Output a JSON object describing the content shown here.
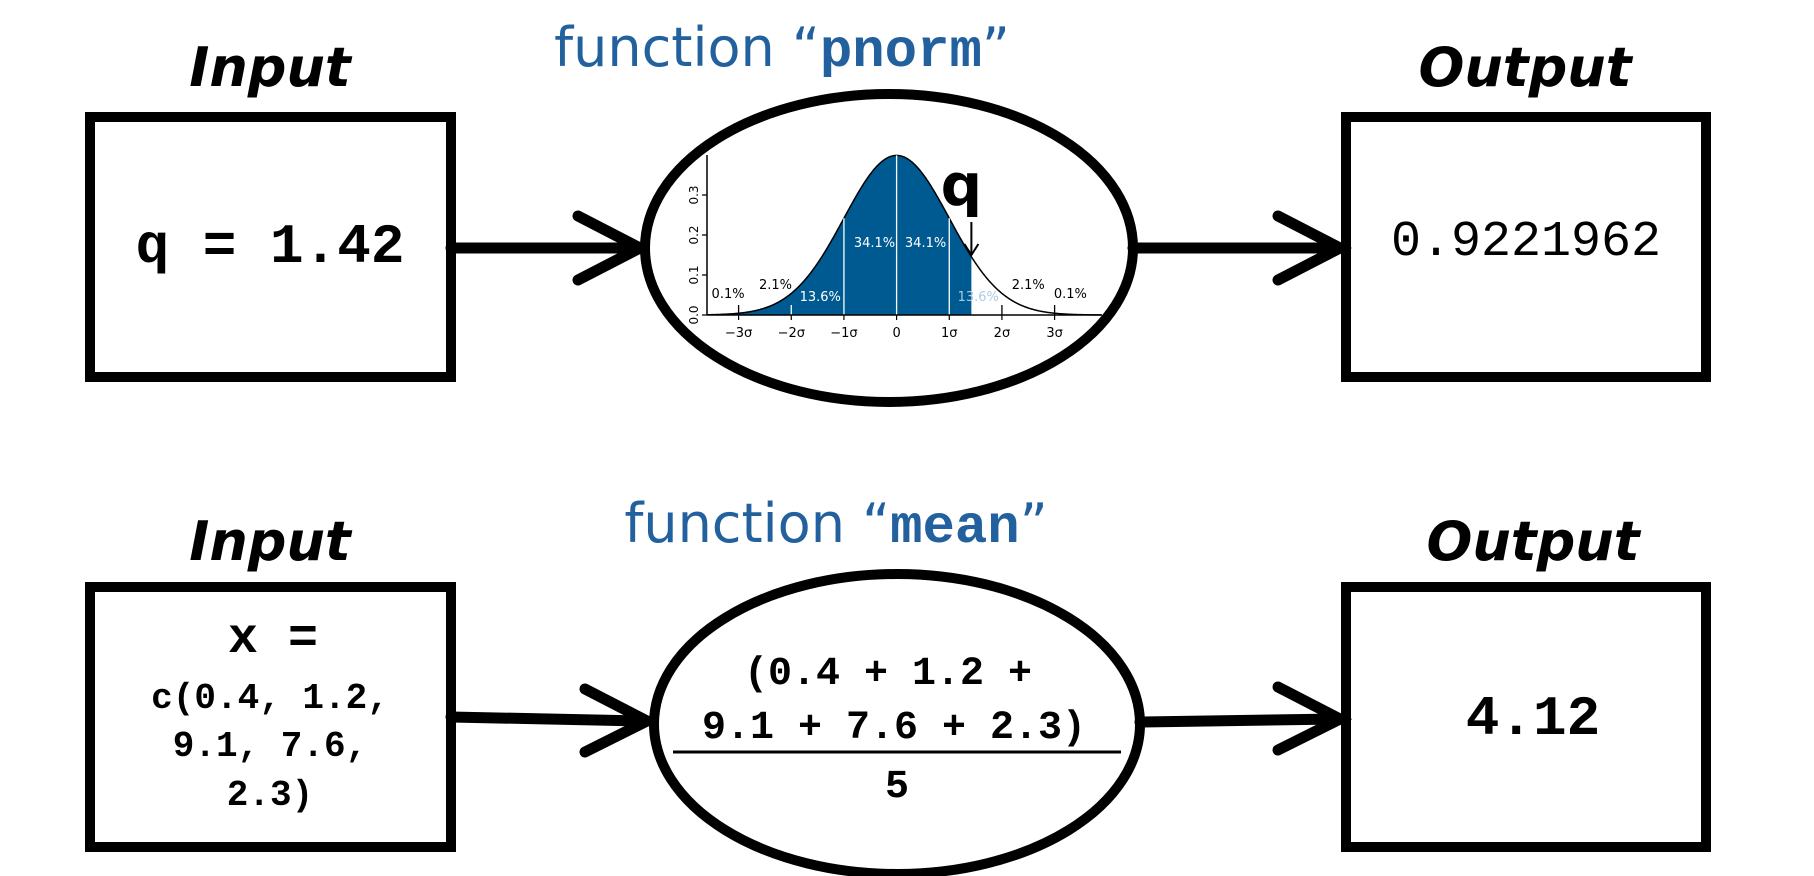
{
  "colors": {
    "ink": "#000000",
    "accent": "#23619e",
    "fill": "#005a92",
    "light_text": "#a9cbe6"
  },
  "rows": [
    {
      "input_heading": "Input",
      "input_lines": [
        "q = 1.42"
      ],
      "function_prefix": "function “",
      "function_name": "pnorm",
      "function_suffix": "”",
      "output_heading": "Output",
      "output_value": "0.9221962"
    },
    {
      "input_heading": "Input",
      "input_lines": [
        "x =",
        "c(0.4, 1.2,",
        "9.1, 7.6,",
        "2.3)"
      ],
      "function_prefix": "function “",
      "function_name": "mean",
      "function_suffix": "”",
      "formula": {
        "numerator_line1": "(0.4 + 1.2 +",
        "numerator_line2": "9.1 + 7.6 + 2.3)",
        "denominator": "5"
      },
      "output_heading": "Output",
      "output_value": "4.12"
    }
  ],
  "chart_data": {
    "type": "area",
    "x_tick_labels": [
      "−3σ",
      "−2σ",
      "−1σ",
      "0",
      "1σ",
      "2σ",
      "3σ"
    ],
    "y_tick_labels": [
      "0.0",
      "0.1",
      "0.2",
      "0.3"
    ],
    "xlim": [
      -3.6,
      3.9
    ],
    "ylim": [
      0,
      0.4
    ],
    "region_labels": [
      {
        "x": -3.2,
        "y": 0.042,
        "text": "0.1%"
      },
      {
        "x": -2.3,
        "y": 0.065,
        "text": "2.1%"
      },
      {
        "x": -1.45,
        "y": 0.035,
        "text": "13.6%"
      },
      {
        "x": -0.42,
        "y": 0.17,
        "text": "34.1%"
      },
      {
        "x": 0.55,
        "y": 0.17,
        "text": "34.1%"
      },
      {
        "x": 1.55,
        "y": 0.035,
        "text": "13.6%"
      },
      {
        "x": 2.5,
        "y": 0.065,
        "text": "2.1%"
      },
      {
        "x": 3.3,
        "y": 0.042,
        "text": "0.1%"
      }
    ],
    "shaded_to": 1.42,
    "q_label": "q"
  }
}
